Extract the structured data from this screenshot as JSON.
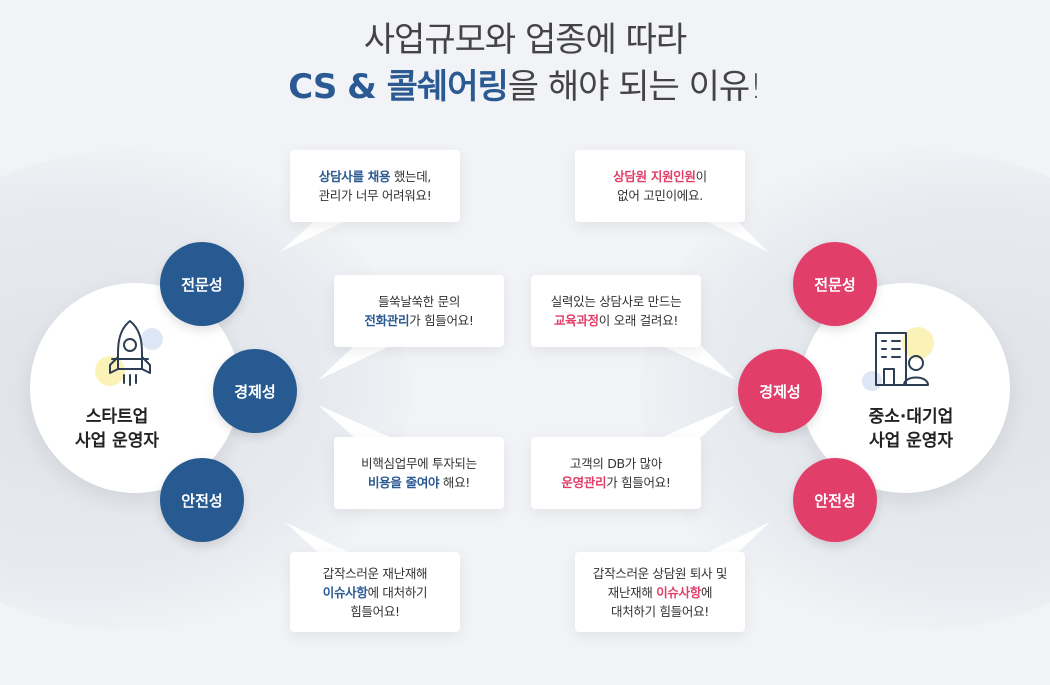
{
  "headline": {
    "line1": "사업규모와 업종에 따라",
    "line2_highlight": "CS & 콜쉐어링",
    "line2_rest": "을 해야 되는 이유!"
  },
  "colors": {
    "blue": "#285a92",
    "pink": "#e13f6a",
    "text": "#333333"
  },
  "left": {
    "hub_line1": "스타트업",
    "hub_line2": "사업 운영자",
    "icon": "rocket-icon",
    "badges": [
      "전문성",
      "경제성",
      "안전성"
    ],
    "bubbles": [
      {
        "em": "상담사를 채용",
        "post": " 했는데,",
        "line2": "관리가 너무 어려워요!"
      },
      {
        "line1": "들쑥날쑥한 문의",
        "em": "전화관리",
        "post": "가 힘들어요!"
      },
      {
        "line1": "비핵심업무에 투자되는",
        "em": "비용을 줄여야",
        "post": " 해요!"
      },
      {
        "line1": "갑작스러운 재난재해",
        "em": "이슈사항",
        "post": "에 대처하기",
        "line3": "힘들어요!"
      }
    ]
  },
  "right": {
    "hub_line1": "중소·대기업",
    "hub_line2": "사업 운영자",
    "icon": "building-person-icon",
    "badges": [
      "전문성",
      "경제성",
      "안전성"
    ],
    "bubbles": [
      {
        "em": "상담원 지원인원",
        "post": "이",
        "line2": "없어 고민이에요."
      },
      {
        "line1": "실력있는 상담사로 만드는",
        "em": "교육과정",
        "post": "이 오래 걸려요!"
      },
      {
        "line1": "고객의 DB가 많아",
        "em": "운영관리",
        "post": "가 힘들어요!"
      },
      {
        "line1": "갑작스러운 상담원 퇴사 및",
        "pre": "재난재해 ",
        "em": "이슈사항",
        "post": "에",
        "line3": "대처하기 힘들어요!"
      }
    ]
  }
}
